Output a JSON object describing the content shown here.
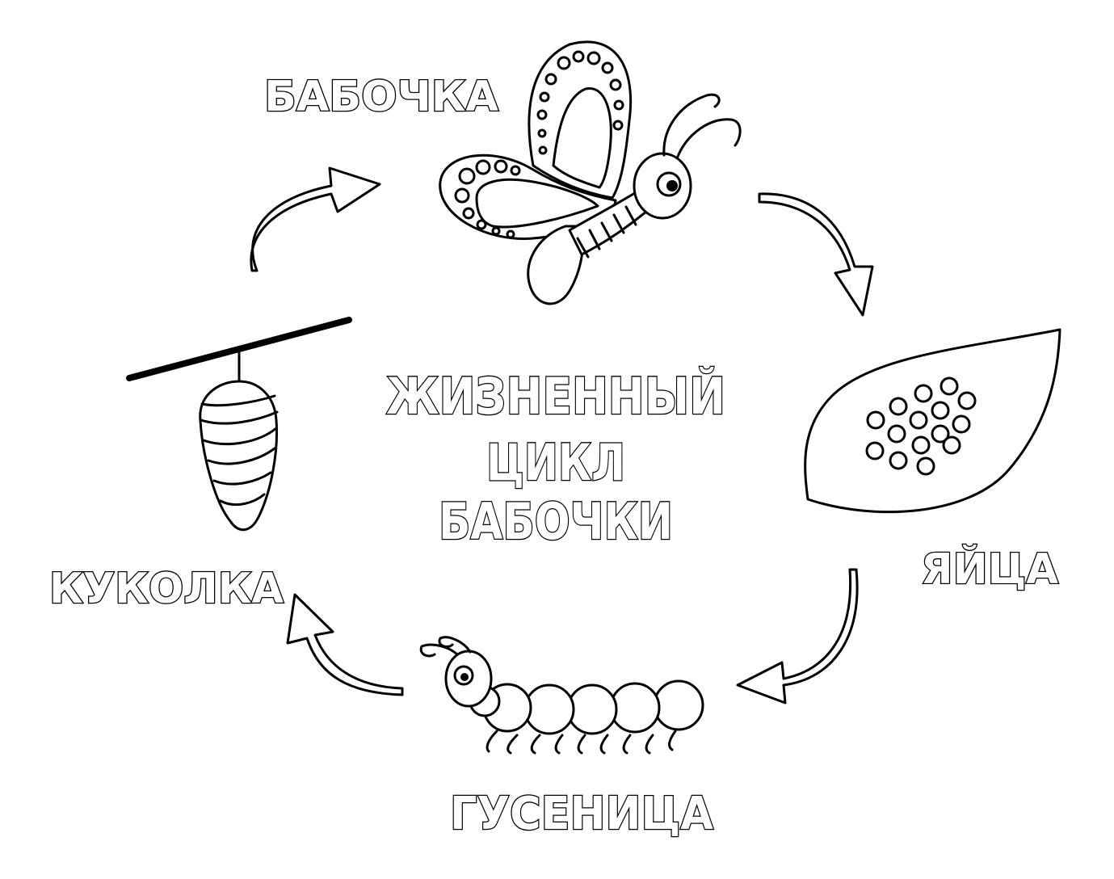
{
  "title": {
    "line1": "ЖИЗНЕННЫЙ",
    "line2": "ЦИКЛ",
    "line3": "БАБОЧКИ"
  },
  "stages": {
    "butterfly": "БАБОЧКА",
    "eggs": "ЯЙЦА",
    "caterpillar": "ГУСЕНИЦА",
    "pupa": "КУКОЛКА"
  },
  "colors": {
    "ink": "#000000",
    "background": "#ffffff"
  },
  "icons": [
    "butterfly-icon",
    "leaf-with-eggs-icon",
    "caterpillar-icon",
    "pupa-icon",
    "cycle-arrow-icon"
  ]
}
